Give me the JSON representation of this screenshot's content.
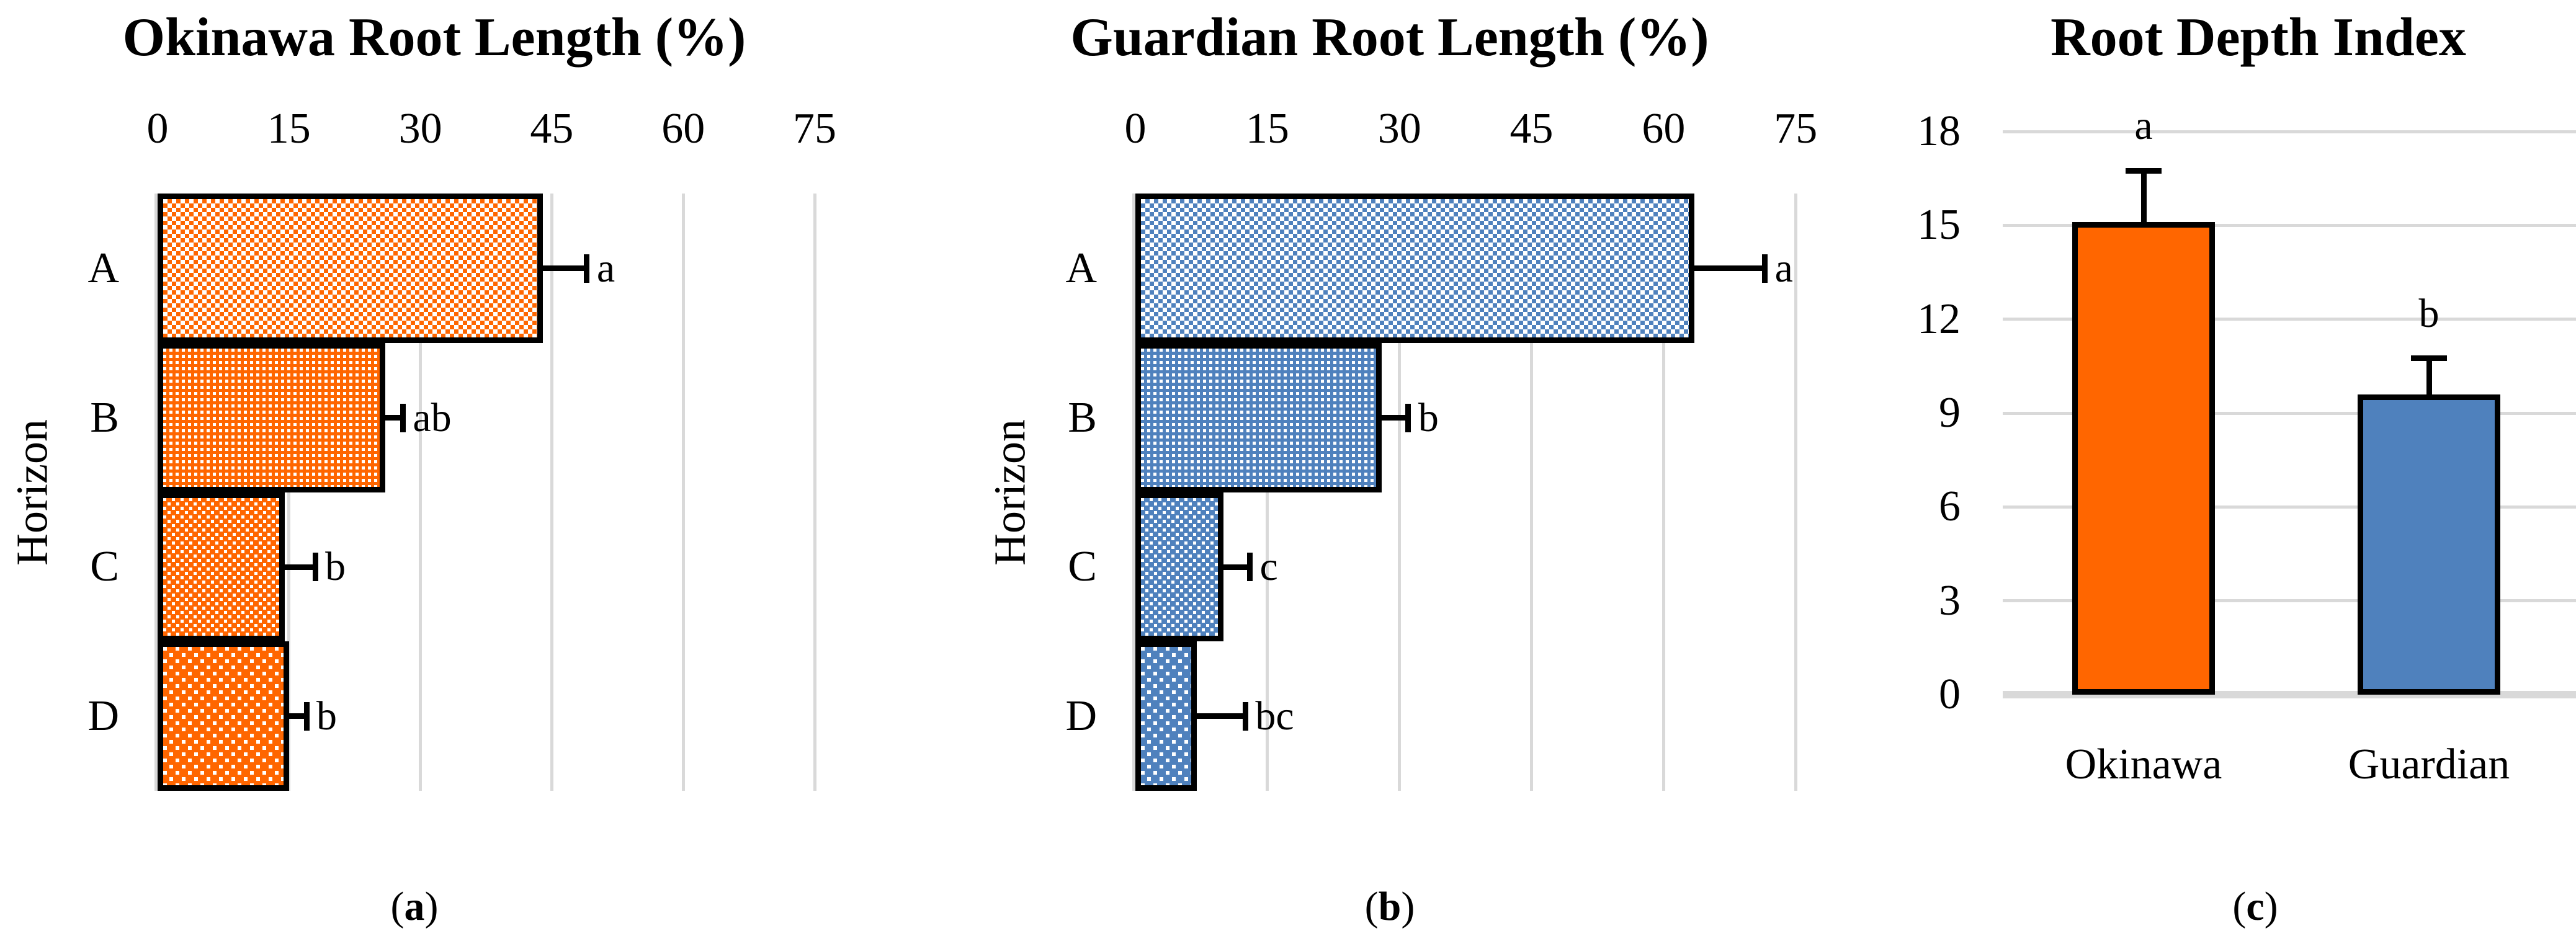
{
  "figure": {
    "background": "#FFFFFF",
    "grid_color": "#D9D9D9",
    "bar_border_color": "#000000",
    "error_bar_color": "#000000",
    "accent_orange": "#FF6600",
    "accent_blue": "#4F81BD"
  },
  "chart_data": [
    {
      "type": "bar",
      "orientation": "horizontal",
      "title": "Okinawa Root Length (%)",
      "ylabel": "Horizon",
      "categories": [
        "A",
        "B",
        "C",
        "D"
      ],
      "values": [
        44,
        26,
        14.5,
        15
      ],
      "errors": [
        5,
        2,
        3.5,
        2
      ],
      "sig_letters": [
        "a",
        "ab",
        "b",
        "b"
      ],
      "patterns": [
        "checker",
        "dots-dense",
        "dots-medium",
        "dots-sparse"
      ],
      "color": "#FF6600",
      "xticks": [
        0,
        15,
        30,
        45,
        60,
        75
      ],
      "xlim": [
        0,
        75
      ],
      "grid": true,
      "legend": "none",
      "caption": "(a)"
    },
    {
      "type": "bar",
      "orientation": "horizontal",
      "title": "Guardian Root Length (%)",
      "ylabel": "Horizon",
      "categories": [
        "A",
        "B",
        "C",
        "D"
      ],
      "values": [
        63.5,
        28,
        10,
        7
      ],
      "errors": [
        8,
        3,
        3,
        5.5
      ],
      "sig_letters": [
        "a",
        "b",
        "c",
        "bc"
      ],
      "patterns": [
        "checker",
        "dots-dense",
        "dots-medium",
        "dots-sparse"
      ],
      "color": "#4F81BD",
      "xticks": [
        0,
        15,
        30,
        45,
        60,
        75
      ],
      "xlim": [
        0,
        75
      ],
      "grid": true,
      "legend": "none",
      "caption": "(b)"
    },
    {
      "type": "bar",
      "orientation": "vertical",
      "title": "Root Depth Index",
      "categories": [
        "Okinawa",
        "Guardian"
      ],
      "values": [
        15.1,
        9.6
      ],
      "errors": [
        1.65,
        1.15
      ],
      "sig_letters": [
        "a",
        "b"
      ],
      "colors": [
        "#FF6600",
        "#4F81BD"
      ],
      "yticks": [
        0,
        3,
        6,
        9,
        12,
        15,
        18
      ],
      "ylim": [
        0,
        18
      ],
      "grid": true,
      "legend": "none",
      "caption": "(c)"
    }
  ]
}
